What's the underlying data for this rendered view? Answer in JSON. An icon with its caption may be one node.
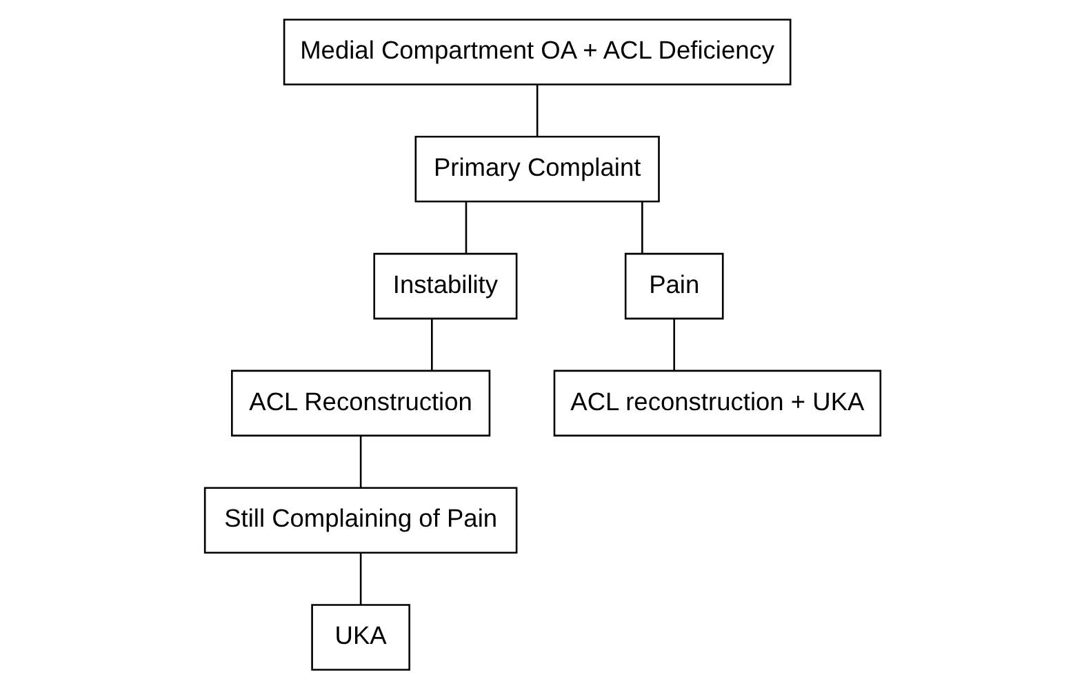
{
  "diagram": {
    "nodes": [
      {
        "text": [
          "Medial Compartment OA + ACL Deficiency"
        ]
      },
      {
        "text": [
          "Primary Complaint"
        ]
      },
      {
        "text": [
          "Instability"
        ]
      },
      {
        "text": [
          "Pain"
        ]
      },
      {
        "text": [
          "ACL Reconstruction"
        ]
      },
      {
        "text": [
          "ACL reconstruction + UKA"
        ]
      },
      {
        "text": [
          "Still Complaining of Pain"
        ]
      },
      {
        "text": [
          "UKA"
        ]
      }
    ],
    "edges": [
      {
        "from": 0,
        "to": 1,
        "arrow": "none"
      },
      {
        "from": 1,
        "to": 2,
        "arrow": "none"
      },
      {
        "from": 1,
        "to": 3,
        "arrow": "none"
      },
      {
        "from": 2,
        "to": 4,
        "arrow": "none"
      },
      {
        "from": 3,
        "to": 5,
        "arrow": "none"
      },
      {
        "from": 4,
        "to": 6,
        "arrow": "none"
      },
      {
        "from": 6,
        "to": 7,
        "arrow": "none"
      }
    ]
  }
}
